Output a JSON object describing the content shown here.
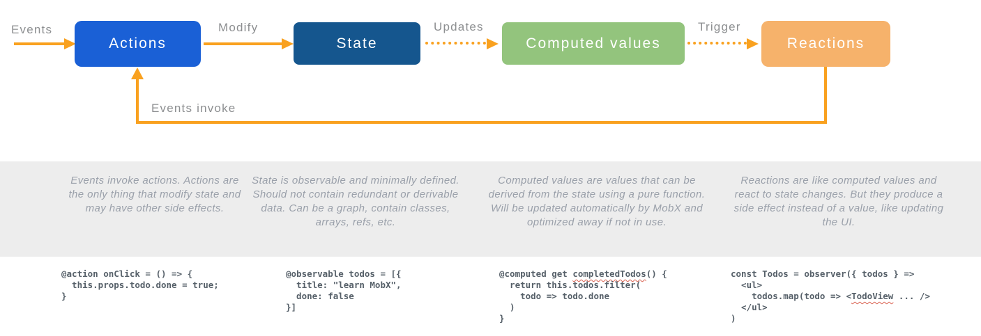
{
  "diagram": {
    "arrow_color": "#f9a11f",
    "labels": {
      "events": "Events",
      "modify": "Modify",
      "updates": "Updates",
      "trigger": "Trigger",
      "feedback": "Events invoke"
    },
    "nodes": [
      {
        "id": "actions",
        "label": "Actions",
        "color": "#1a60d6"
      },
      {
        "id": "state",
        "label": "State",
        "color": "#15568e"
      },
      {
        "id": "computed-values",
        "label": "Computed values",
        "color": "#93c47d"
      },
      {
        "id": "reactions",
        "label": "Reactions",
        "color": "#f6b26b"
      }
    ]
  },
  "descriptions": [
    "Events invoke actions. Actions are the only thing that modify state and may have other side effects.",
    "State is observable and minimally defined. Should not contain redundant or derivable data. Can be a graph, contain classes, arrays, refs, etc.",
    "Computed values are values that can be derived from the state using a pure function. Will be updated automatically by MobX and optimized away if not in use.",
    "Reactions are like computed values and react to state changes. But they produce a side effect instead of a value, like updating the UI."
  ],
  "code_snippets": [
    {
      "pre": "@action onClick = () => {\n  this.props.todo.done = true;\n}",
      "wavy": "",
      "post": ""
    },
    {
      "pre": "@observable todos = [{\n  title: \"learn MobX\",\n  done: false\n}]",
      "wavy": "",
      "post": ""
    },
    {
      "pre": "@computed get ",
      "wavy": "completedTodos",
      "post": "() {\n  return this.todos.filter(\n    todo => todo.done\n  )\n}"
    },
    {
      "pre": "const Todos = observer({ todos } =>\n  <ul>\n    todos.map(todo => <",
      "wavy": "TodoView",
      "post": " ... />\n  </ul>\n)"
    }
  ]
}
